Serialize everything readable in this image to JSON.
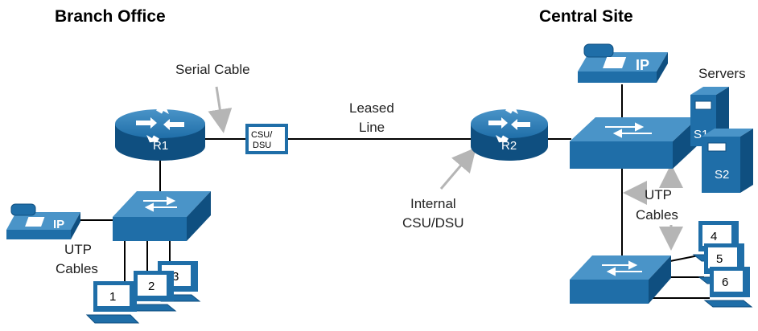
{
  "titles": {
    "branch": "Branch Office",
    "central": "Central Site"
  },
  "labels": {
    "serial_cable": "Serial Cable",
    "leased_line_1": "Leased",
    "leased_line_2": "Line",
    "internal_csu_1": "Internal",
    "internal_csu_2": "CSU/DSU",
    "servers": "Servers",
    "utp_branch_1": "UTP",
    "utp_branch_2": "Cables",
    "utp_central_1": "UTP",
    "utp_central_2": "Cables"
  },
  "devices": {
    "r1": "R1",
    "r2": "R2",
    "csu_1": "CSU/",
    "csu_2": "DSU",
    "s1": "S1",
    "s2": "S2",
    "ip_phone": "IP"
  },
  "pcs": {
    "branch": [
      "1",
      "2",
      "3"
    ],
    "central": [
      "4",
      "5",
      "6"
    ]
  },
  "colors": {
    "device_blue": "#1f6ea8",
    "device_dark": "#0f4f80",
    "device_light": "#4a94c8",
    "arrow_gray": "#b5b5b5",
    "line_black": "#000000"
  },
  "icons": [
    "router-icon",
    "switch-icon",
    "ip-phone-icon",
    "server-icon",
    "pc-icon",
    "csu-dsu-icon"
  ]
}
